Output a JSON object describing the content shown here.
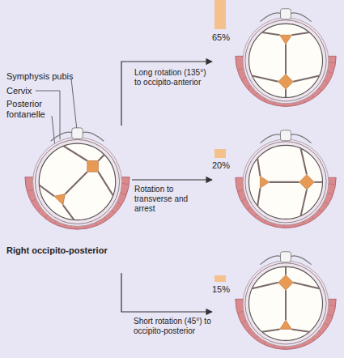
{
  "diagram": {
    "nodes": [
      {
        "text": [
          "Right occipito-posterior"
        ]
      },
      {
        "text": [
          "65%"
        ]
      },
      {
        "text": [
          "20%"
        ]
      },
      {
        "text": [
          "15%"
        ]
      }
    ],
    "edges": [
      {
        "from": 0,
        "to": 1,
        "arrow": "to",
        "label": "Long rotation (135°) to occipito-anterior"
      },
      {
        "from": 0,
        "to": 2,
        "arrow": "to",
        "label": "Rotation to transverse and arrest"
      },
      {
        "from": 0,
        "to": 3,
        "arrow": "to",
        "label": "Short rotation (45°) to occipito-posterior"
      }
    ],
    "labels": [
      "Symphysis pubis",
      "Cervix",
      "Posterior fontanelle"
    ]
  }
}
